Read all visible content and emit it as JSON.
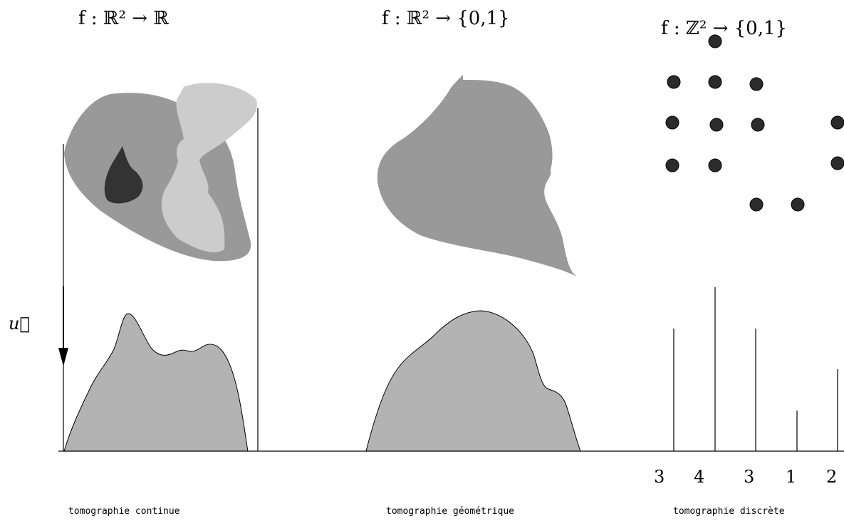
{
  "panels": {
    "continuous": {
      "title": "f : ℝ² → ℝ",
      "caption": "tomographie continue"
    },
    "geometric": {
      "title": "f : ℝ² → {0,1}",
      "caption": "tomographie géométrique"
    },
    "discrete": {
      "title": "f : ℤ² → {0,1}",
      "caption": "tomographie discrète",
      "projection_counts": [
        "3",
        "4",
        "3",
        "1",
        "2"
      ]
    }
  },
  "direction_label": "u⃗",
  "colors": {
    "line": "#000000",
    "region_dark": "#333333",
    "region_mid": "#999999",
    "region_light": "#cccccc",
    "profile_fill": "#b3b3b3",
    "dot": "#2b2b2b"
  }
}
